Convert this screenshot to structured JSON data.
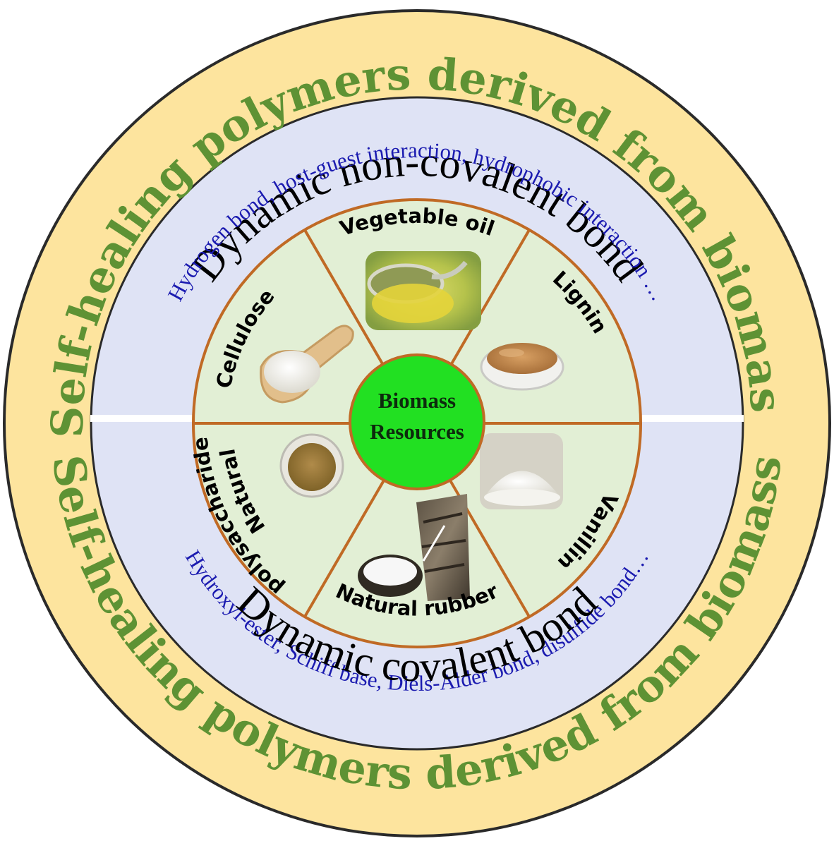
{
  "colors": {
    "outer_ring": "#fde49e",
    "outer_text": "#5e9234",
    "middle_ring": "#dfe3f5",
    "inner_disk": "#e2efd5",
    "spokes": "#c06a25",
    "dynamic_title": "#000000",
    "bond_examples": "#1b1bb0",
    "center": "#22e022",
    "center_text": "#0d2a0d",
    "divider": "#ffffff"
  },
  "outer_ring": {
    "top_text": "Self-healing polymers derived from biomass",
    "bottom_text": "Self-healing polymers derived from biomass"
  },
  "top_half": {
    "title": "Dynamic non-covalent bond",
    "examples": "Hydrogen bond, host-guest interaction, hydrophobic interaction …"
  },
  "bottom_half": {
    "title": "Dynamic covalent bond",
    "examples": "Hydroxyl-ester, Schiff base, Diels-Alder bond, disulfide bond…"
  },
  "center": {
    "line1": "Biomass",
    "line2": "Resources"
  },
  "sectors": [
    {
      "label": "Vegetable oil",
      "image": "olive-oil-spoon"
    },
    {
      "label": "Lignin",
      "image": "brown-powder-dish"
    },
    {
      "label": "Vanillin",
      "image": "white-powder-pile"
    },
    {
      "label": "Natural rubber",
      "image": "latex-cup-on-tree"
    },
    {
      "label_line1": "Natural",
      "label_line2": "polysaccharide",
      "image": "tan-powder-dish"
    },
    {
      "label": "Cellulose",
      "image": "white-powder-scoop"
    }
  ]
}
